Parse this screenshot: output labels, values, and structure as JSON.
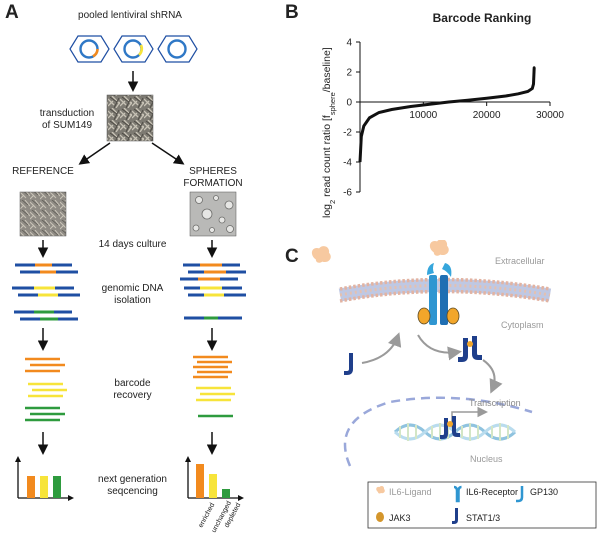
{
  "figure": {
    "panels": {
      "a": {
        "letter": "A",
        "top_label": "pooled lentiviral shRNA",
        "step_transduction_line1": "transduction",
        "step_transduction_line2": "of SUM149",
        "reference_label": "REFERENCE",
        "spheres_line1": "SPHERES",
        "spheres_line2": "FORMATION",
        "culture_label": "14 days culture",
        "dna_line1": "genomic DNA",
        "dna_line2": "isolation",
        "barcode_line1": "barcode",
        "barcode_line2": "recovery",
        "ngs_line1": "next generation",
        "ngs_line2": "seqcencing",
        "bar_labels": [
          "enriched",
          "unchanged",
          "depleted"
        ],
        "colors": {
          "orange": "#f28a1e",
          "yellow": "#f7e43a",
          "green": "#2e9b3e",
          "blue": "#1f4fa3"
        }
      },
      "b": {
        "letter": "B",
        "ylabel_main": "log",
        "ylabel_sub": "2",
        "ylabel_rest": " read count ratio [f",
        "ylabel_sub2": "sphere",
        "ylabel_end": "/baseline]"
      },
      "c": {
        "letter": "C",
        "extracellular": "Extracellular",
        "cytoplasm": "Cytoplasm",
        "transcription": "Transcription",
        "nucleus": "Nucleus",
        "legend": {
          "il6_ligand": "IL6-Ligand",
          "il6_receptor": "IL6-Receptor",
          "gp130": "GP130",
          "jak3": "JAK3",
          "stat": "STAT1/3"
        }
      }
    }
  },
  "chart_data": {
    "type": "line",
    "title": "Barcode Ranking",
    "xlabel": "",
    "ylabel": "log2 read count ratio [fsphere/baseline]",
    "xlim": [
      0,
      30000
    ],
    "ylim": [
      -6,
      4
    ],
    "x_ticks": [
      10000,
      20000,
      30000
    ],
    "y_ticks": [
      -6,
      -4,
      -2,
      0,
      2,
      4
    ],
    "series": [
      {
        "x": [
          0,
          200,
          600,
          1500,
          3000,
          5000,
          8000,
          11000,
          14000,
          17000,
          20000,
          23000,
          25000,
          26500,
          27200,
          27400,
          27500
        ],
        "y": [
          -4.0,
          -2.3,
          -1.6,
          -1.05,
          -0.7,
          -0.5,
          -0.3,
          -0.15,
          0.0,
          0.12,
          0.25,
          0.4,
          0.55,
          0.7,
          0.9,
          1.2,
          2.3
        ]
      }
    ],
    "grid": false
  }
}
